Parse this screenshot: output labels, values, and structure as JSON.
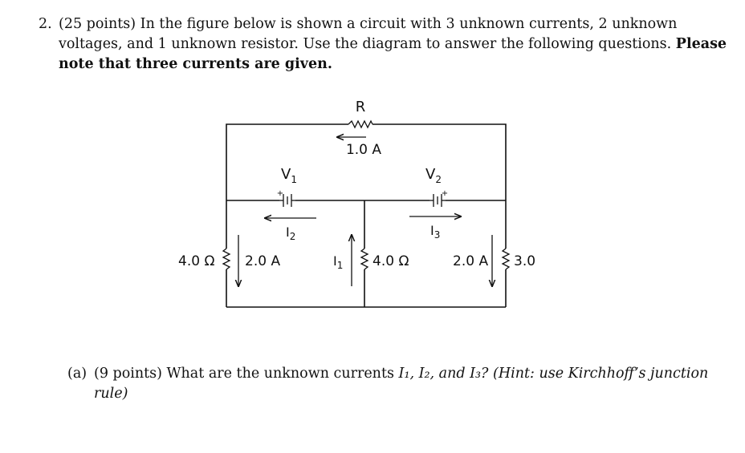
{
  "problem": {
    "number": "2.",
    "intro": "(25 points) In the figure below is shown a circuit with 3 unknown currents, 2 unknown voltages, and 1 unknown resistor. Use the diagram to answer the following questions.",
    "emphasis": "Please note that three currents are given."
  },
  "circuit": {
    "resistor_label": "R",
    "top_current": "1.0 A",
    "v1": "V",
    "v1_sub": "1",
    "v2": "V",
    "v2_sub": "2",
    "plus": "+",
    "i2": "I",
    "i2_sub": "2",
    "i3": "I",
    "i3_sub": "3",
    "i1": "I",
    "i1_sub": "1",
    "left_resistor": "4.0 Ω",
    "left_current": "2.0 A",
    "middle_resistor": "4.0 Ω",
    "right_current": "2.0 A",
    "right_resistor": "3.0 Ω"
  },
  "part_a": {
    "label": "(a)",
    "points": "(9 points) What are the unknown currents",
    "vars": "I₁, I₂, and I₃?",
    "hint": "(Hint: use Kirchhoff’s junction rule)"
  }
}
